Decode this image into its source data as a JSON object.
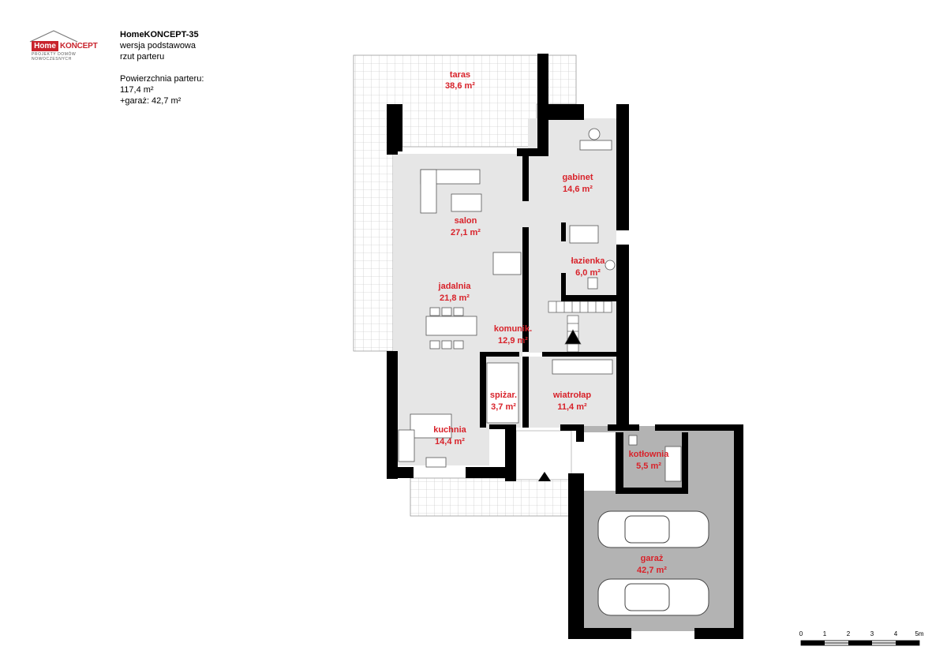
{
  "logo": {
    "brand_home": "Home",
    "brand_koncept": "KONCEPT",
    "tagline": "PROJEKTY DOMÓW NOWOCZESNYCH"
  },
  "header": {
    "title": "HomeKONCEPT-35",
    "line2": "wersja podstawowa",
    "line3": "rzut parteru",
    "area_label": "Powierzchnia parteru:",
    "area_value": "117,4 m²",
    "garage_value": "+garaż: 42,7 m²"
  },
  "rooms": [
    {
      "name": "taras",
      "area": "38,6 m²"
    },
    {
      "name": "gabinet",
      "area": "14,6 m²"
    },
    {
      "name": "salon",
      "area": "27,1 m²"
    },
    {
      "name": "łazienka",
      "area": "6,0 m²"
    },
    {
      "name": "jadalnia",
      "area": "21,8 m²"
    },
    {
      "name": "komunik.",
      "area": "12,9 m²"
    },
    {
      "name": "spiżar.",
      "area": "3,7 m²"
    },
    {
      "name": "wiatrołap",
      "area": "11,4 m²"
    },
    {
      "name": "kuchnia",
      "area": "14,4 m²"
    },
    {
      "name": "kotłownia",
      "area": "5,5 m²"
    },
    {
      "name": "garaż",
      "area": "42,7 m²"
    }
  ],
  "scale_bar": {
    "ticks": [
      "0",
      "1",
      "2",
      "3",
      "4",
      "5m"
    ]
  },
  "colors": {
    "wall": "#000000",
    "floor": "#e6e6e6",
    "garage_floor": "#b3b3b3",
    "label": "#d8222a"
  }
}
